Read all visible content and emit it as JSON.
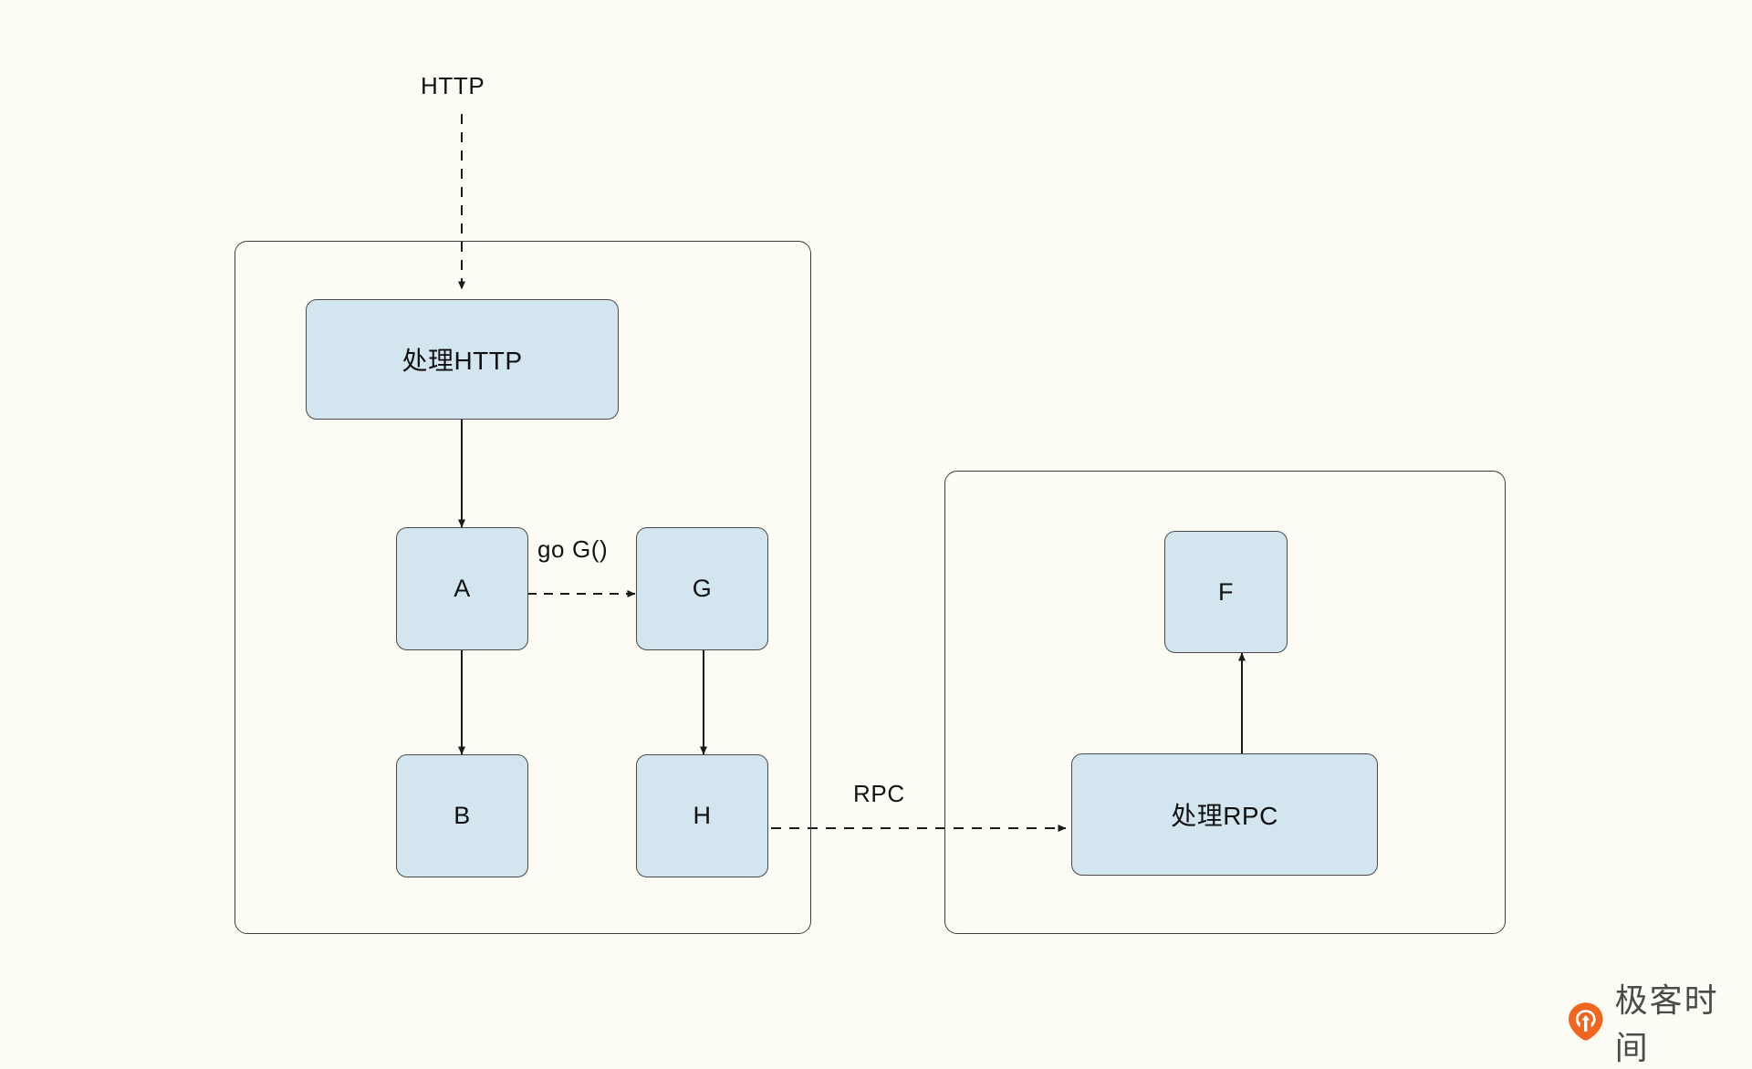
{
  "diagram": {
    "background_color": "#fdfcf4",
    "node_fill": "#d3e5ee",
    "node_stroke": "#4a4a4a",
    "containers": [
      {
        "id": "process-1",
        "label": ""
      },
      {
        "id": "process-2",
        "label": ""
      }
    ],
    "nodes": [
      {
        "id": "handle-http",
        "label": "处理HTTP"
      },
      {
        "id": "a",
        "label": "A"
      },
      {
        "id": "g",
        "label": "G"
      },
      {
        "id": "b",
        "label": "B"
      },
      {
        "id": "h",
        "label": "H"
      },
      {
        "id": "f",
        "label": "F"
      },
      {
        "id": "handle-rpc",
        "label": "处理RPC"
      }
    ],
    "edges": [
      {
        "id": "http-in",
        "label": "HTTP",
        "from": "external",
        "to": "handle-http",
        "style": "dashed",
        "arrow": true
      },
      {
        "id": "http-to-a",
        "label": "",
        "from": "handle-http",
        "to": "a",
        "style": "solid",
        "arrow": true
      },
      {
        "id": "a-to-g",
        "label": "go G()",
        "from": "a",
        "to": "g",
        "style": "dashed",
        "arrow": true
      },
      {
        "id": "a-to-b",
        "label": "",
        "from": "a",
        "to": "b",
        "style": "solid",
        "arrow": true
      },
      {
        "id": "g-to-h",
        "label": "",
        "from": "g",
        "to": "h",
        "style": "solid",
        "arrow": true
      },
      {
        "id": "h-to-rpc",
        "label": "RPC",
        "from": "h",
        "to": "handle-rpc",
        "style": "dashed",
        "arrow": true
      },
      {
        "id": "rpc-to-f",
        "label": "",
        "from": "handle-rpc",
        "to": "f",
        "style": "solid",
        "arrow": true
      }
    ]
  },
  "watermark": {
    "text": "极客时间",
    "icon_color": "#f0651f"
  }
}
